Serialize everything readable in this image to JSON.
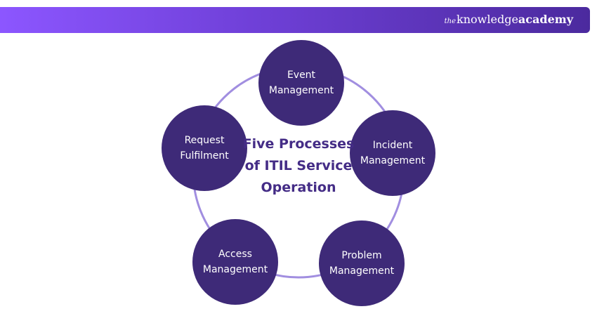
{
  "banner": {
    "brand_prefix": "the",
    "brand_name": "knowledge",
    "brand_suffix": "academy"
  },
  "diagram": {
    "title": "Five Processes of ITIL Service Operation",
    "nodes": [
      {
        "id": "event",
        "label": "Event Management"
      },
      {
        "id": "incident",
        "label": "Incident Management"
      },
      {
        "id": "problem",
        "label": "Problem Management"
      },
      {
        "id": "access",
        "label": "Access Management"
      },
      {
        "id": "request",
        "label": "Request Fulfilment"
      }
    ]
  },
  "colors": {
    "node_fill": "#3e2a78",
    "ring_stroke": "#a18ee0",
    "title_text": "#442c86",
    "banner_start": "#8c56ff",
    "banner_end": "#4b2a9e"
  }
}
